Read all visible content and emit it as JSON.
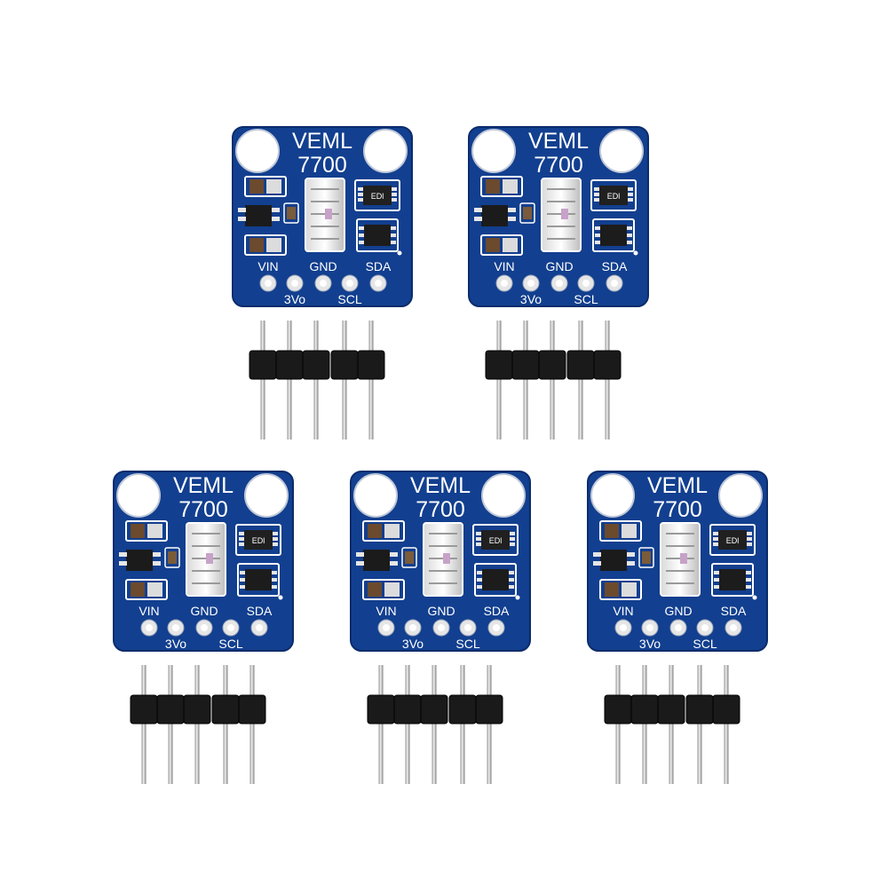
{
  "boards": [
    {
      "title_line1": "VEML",
      "title_line2": "7700",
      "chip_marking": "EDl",
      "pins_top": [
        "VIN",
        "GND",
        "SDA"
      ],
      "pins_bottom": [
        "3Vo",
        "SCL"
      ]
    },
    {
      "title_line1": "VEML",
      "title_line2": "7700",
      "chip_marking": "EDl",
      "pins_top": [
        "VIN",
        "GND",
        "SDA"
      ],
      "pins_bottom": [
        "3Vo",
        "SCL"
      ]
    },
    {
      "title_line1": "VEML",
      "title_line2": "7700",
      "chip_marking": "EDl",
      "pins_top": [
        "VIN",
        "GND",
        "SDA"
      ],
      "pins_bottom": [
        "3Vo",
        "SCL"
      ]
    },
    {
      "title_line1": "VEML",
      "title_line2": "7700",
      "chip_marking": "EDl",
      "pins_top": [
        "VIN",
        "GND",
        "SDA"
      ],
      "pins_bottom": [
        "3Vo",
        "SCL"
      ]
    },
    {
      "title_line1": "VEML",
      "title_line2": "7700",
      "chip_marking": "EDl",
      "pins_top": [
        "VIN",
        "GND",
        "SDA"
      ],
      "pins_bottom": [
        "3Vo",
        "SCL"
      ]
    }
  ],
  "colors": {
    "pcb": "#123f8f",
    "pcb_edge": "#0b2c6b",
    "silk": "#ffffff",
    "pad": "#e6e6e6",
    "header_plastic": "#1a1a1a",
    "pin_metal": "#c8c8c8"
  }
}
